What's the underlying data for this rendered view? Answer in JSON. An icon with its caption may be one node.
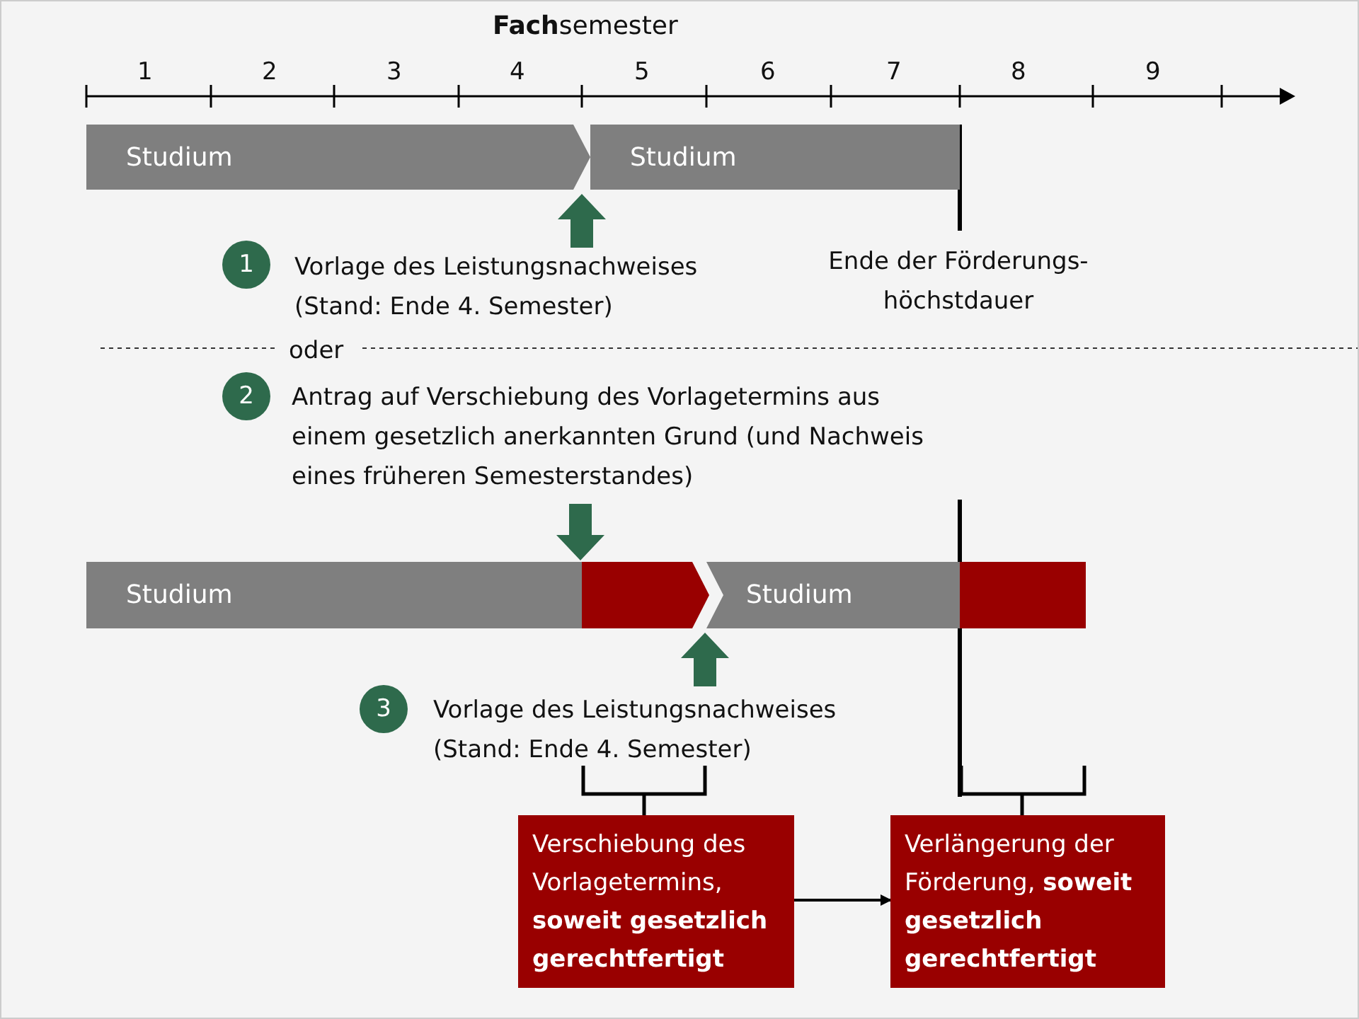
{
  "diagram": {
    "nodes": [
      {
        "text": [
          "Studium"
        ]
      },
      {
        "text": [
          "Studium"
        ]
      },
      {
        "text": [
          "1"
        ],
        "beside": [
          "Vorlage des Leistungsnachweises (Stand: Ende 4. Semester)"
        ]
      },
      {
        "text": [
          "2"
        ],
        "beside": [
          "Antrag auf Verschiebung des Vorlagetermins aus einem gesetzlich anerkannten Grund (und Nachweis eines früheren Semesterstandes)"
        ]
      },
      {
        "text": [
          "Studium"
        ]
      },
      {
        "text": [],
        "shape": "bar"
      },
      {
        "text": [
          "Studium"
        ]
      },
      {
        "text": [],
        "shape": "bar"
      },
      {
        "text": [
          "3"
        ],
        "beside": [
          "Vorlage des Leistungsnachweises (Stand: Ende 4. Semester)"
        ]
      },
      {
        "text": [
          "Verschiebung des Vorlagetermins, **soweit gesetzlich gerechtfertigt**"
        ]
      },
      {
        "text": [
          "Verlängerung der Förderung, **soweit gesetzlich gerechtfertigt**"
        ]
      }
    ],
    "edges": [
      {
        "from": 2,
        "to": 1,
        "arrow": "to",
        "style": "thick",
        "color": "#2e6a4c"
      },
      {
        "from": 3,
        "to": 5,
        "arrow": "to",
        "style": "thick",
        "color": "#2e6a4c"
      },
      {
        "from": 8,
        "to": 6,
        "arrow": "to",
        "style": "thick",
        "color": "#2e6a4c"
      },
      {
        "from": 9,
        "to": 10,
        "arrow": "to"
      }
    ],
    "labels": [
      "**Fach**semester",
      "1",
      "2",
      "3",
      "4",
      "5",
      "6",
      "7",
      "8",
      "9",
      "Ende der Förderungs- höchstdauer",
      "oder"
    ]
  }
}
